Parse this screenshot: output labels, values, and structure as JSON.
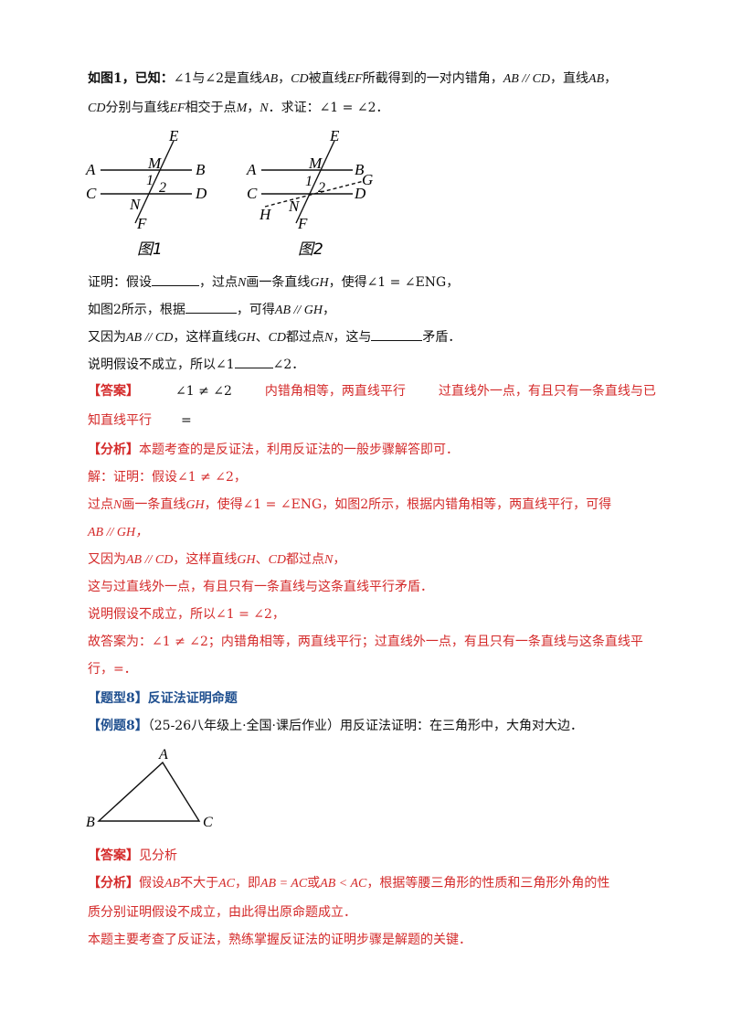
{
  "problem": {
    "line1_a": "如图1，已知：",
    "line1_b": "∠1与∠2是直线",
    "line1_ab": "AB",
    "line1_c": "，",
    "line1_cd": "CD",
    "line1_d": "被直线",
    "line1_ef": "EF",
    "line1_e": "所截得到的一对内错角，",
    "line1_par": "AB // CD",
    "line1_f": "，直线",
    "line1_ab2": "AB",
    "line1_g": "，",
    "line2_cd": "CD",
    "line2_a": "分别与直线",
    "line2_ef": "EF",
    "line2_b": "相交于点",
    "line2_m": "M",
    "line2_c": "，",
    "line2_n": "N",
    "line2_d": "．求证：∠1 = ∠2．"
  },
  "figure1": {
    "caption": "图1",
    "labels": {
      "A": "A",
      "B": "B",
      "C": "C",
      "D": "D",
      "E": "E",
      "F": "F",
      "M": "M",
      "N": "N",
      "one": "1",
      "two": "2"
    }
  },
  "figure2": {
    "caption": "图2",
    "labels": {
      "A": "A",
      "B": "B",
      "C": "C",
      "D": "D",
      "E": "E",
      "F": "F",
      "M": "M",
      "N": "N",
      "G": "G",
      "H": "H",
      "one": "1",
      "two": "2"
    }
  },
  "proof": {
    "p1_a": "证明：假设",
    "p1_b": "，过点",
    "p1_n": "N",
    "p1_c": "画一条直线",
    "p1_gh": "GH",
    "p1_d": "，使得∠1 = ∠ENG，",
    "p2_a": "如图2所示，根据",
    "p2_b": "，可得",
    "p2_par": "AB // GH",
    "p2_c": "，",
    "p3_a": "又因为",
    "p3_par": "AB // CD",
    "p3_b": "，这样直线",
    "p3_gh": "GH",
    "p3_c": "、",
    "p3_cd": "CD",
    "p3_d": "都过点",
    "p3_n": "N",
    "p3_e": "，这与",
    "p3_f": "矛盾．",
    "p4_a": "说明假设不成立，所以∠1",
    "p4_b": "∠2．"
  },
  "answer": {
    "tag": "【答案】",
    "v1": "∠1 ≠ ∠2",
    "v2": "内错角相等，两直线平行",
    "v3a": "过直线外一点，有且只有一条直线与已",
    "v3b": "知直线平行",
    "v4": "="
  },
  "analysis": {
    "tag": "【分析】",
    "text": "本题考查的是反证法，利用反证法的一般步骤解答即可．",
    "s1": "解：证明：假设∠1 ≠ ∠2，",
    "s2_a": "过点",
    "s2_n": "N",
    "s2_b": "画一条直线",
    "s2_gh": "GH",
    "s2_c": "，使得∠1 = ∠ENG，如图2所示，根据内错角相等，两直线平行，可得",
    "s3": "AB // GH，",
    "s4_a": "又因为",
    "s4_par": "AB // CD",
    "s4_b": "，这样直线",
    "s4_gh": "GH",
    "s4_c": "、",
    "s4_cd": "CD",
    "s4_d": "都过点",
    "s4_n": "N",
    "s4_e": "，",
    "s5": "这与过直线外一点，有且只有一条直线与这条直线平行矛盾．",
    "s6": "说明假设不成立，所以∠1 = ∠2，",
    "s7": "故答案为：∠1 ≠ ∠2；内错角相等，两直线平行；过直线外一点，有且只有一条直线与这条直线平",
    "s8": "行，=．"
  },
  "section": {
    "title": "【题型8】反证法证明命题"
  },
  "example8": {
    "tag": "【例题8】",
    "source": "（25-26八年级上·全国·课后作业）",
    "text": "用反证法证明：在三角形中，大角对大边．",
    "labels": {
      "A": "A",
      "B": "B",
      "C": "C"
    }
  },
  "answer8": {
    "tag": "【答案】",
    "text": "见分析"
  },
  "analysis8": {
    "tag": "【分析】",
    "t1_a": "假设",
    "t1_ab": "AB",
    "t1_b": "不大于",
    "t1_ac": "AC",
    "t1_c": "，即",
    "t1_eq": "AB = AC",
    "t1_d": "或",
    "t1_lt": "AB < AC",
    "t1_e": "，根据等腰三角形的性质和三角形外角的性",
    "t2": "质分别证明假设不成立，由此得出原命题成立．",
    "t3": "本题主要考查了反证法，熟练掌握反证法的证明步骤是解题的关键．"
  }
}
